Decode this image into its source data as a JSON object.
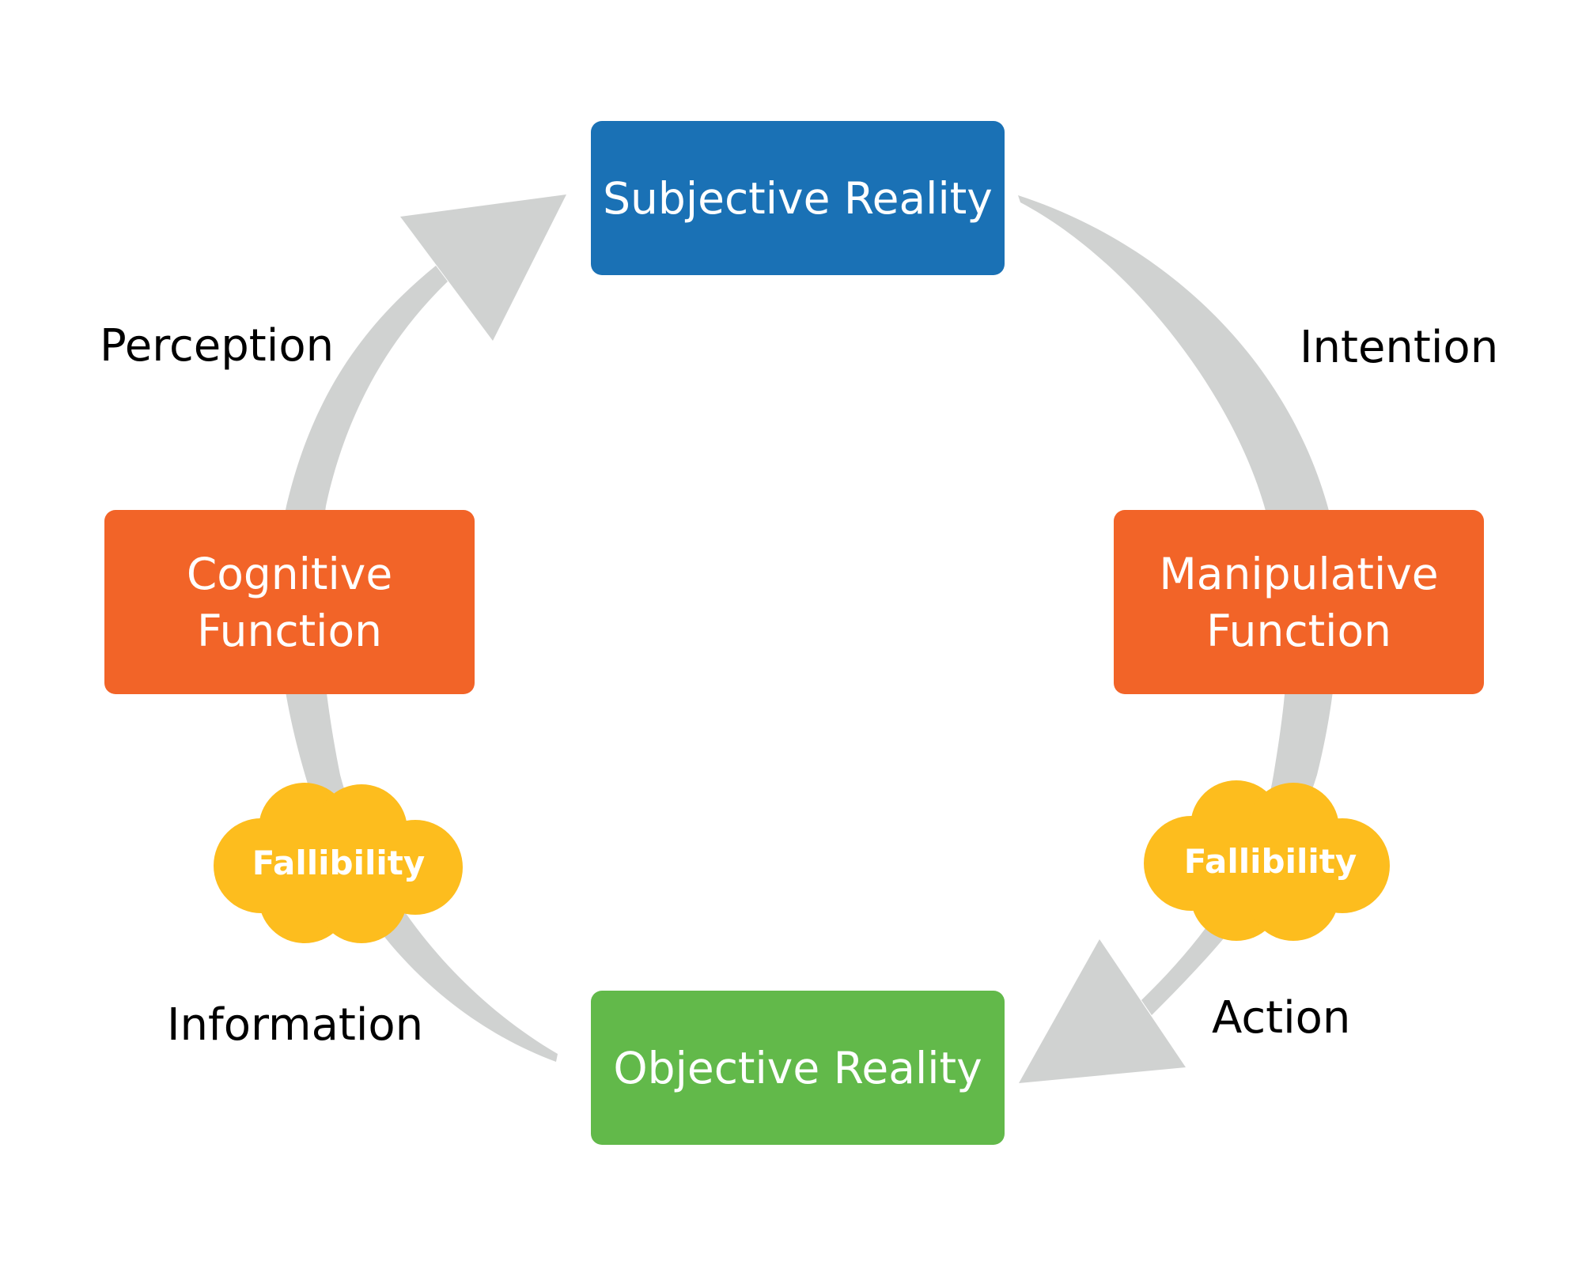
{
  "colors": {
    "subjective": "#1A71B5",
    "objective": "#62B94A",
    "function": "#F26428",
    "cloud": "#FDBD1E",
    "arrow": "#D0D2D1",
    "text_dark": "#000000",
    "text_light": "#FFFFFF"
  },
  "nodes": {
    "subjective_reality": {
      "label": "Subjective Reality"
    },
    "objective_reality": {
      "label": "Objective Reality"
    },
    "cognitive_function": {
      "line1": "Cognitive",
      "line2": "Function"
    },
    "manipulative_function": {
      "line1": "Manipulative",
      "line2": "Function"
    }
  },
  "edges": {
    "perception": {
      "label": "Perception",
      "from": "Cognitive Function",
      "to": "Subjective Reality"
    },
    "intention": {
      "label": "Intention",
      "from": "Subjective Reality",
      "to": "Manipulative Function"
    },
    "action": {
      "label": "Action",
      "from": "Manipulative Function",
      "to": "Objective Reality"
    },
    "information": {
      "label": "Information",
      "from": "Objective Reality",
      "to": "Cognitive Function"
    }
  },
  "clouds": {
    "left": {
      "label": "Fallibility"
    },
    "right": {
      "label": "Fallibility"
    }
  }
}
